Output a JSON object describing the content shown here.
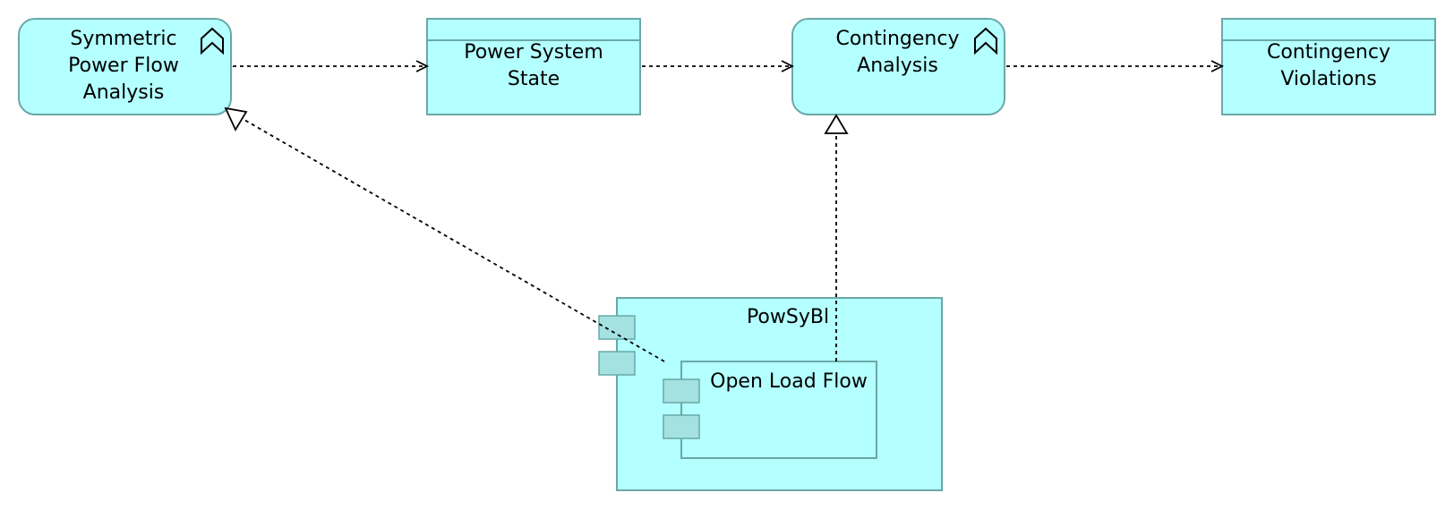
{
  "colors": {
    "fill": "#b4ffff",
    "stroke": "#6aa8a8",
    "port": "#a4e2e2",
    "line": "#000000"
  },
  "nodes": {
    "symmetric_power_flow": {
      "label": "Symmetric\nPower Flow\nAnalysis",
      "kind": "application-function",
      "icon": "function-chevron-icon"
    },
    "power_system_state": {
      "label": "Power System\nState",
      "kind": "data-object"
    },
    "contingency_analysis": {
      "label": "Contingency\nAnalysis",
      "kind": "application-function",
      "icon": "function-chevron-icon"
    },
    "contingency_violations": {
      "label": "Contingency\nViolations",
      "kind": "data-object"
    },
    "powsybl": {
      "label": "PowSyBl",
      "kind": "application-component"
    },
    "open_load_flow": {
      "label": "Open Load Flow",
      "kind": "application-component"
    }
  },
  "edges": [
    {
      "from": "symmetric_power_flow",
      "to": "power_system_state",
      "type": "access"
    },
    {
      "from": "power_system_state",
      "to": "contingency_analysis",
      "type": "access"
    },
    {
      "from": "contingency_analysis",
      "to": "contingency_violations",
      "type": "access"
    },
    {
      "from": "open_load_flow",
      "to": "symmetric_power_flow",
      "type": "realization"
    },
    {
      "from": "open_load_flow",
      "to": "contingency_analysis",
      "type": "realization"
    }
  ]
}
